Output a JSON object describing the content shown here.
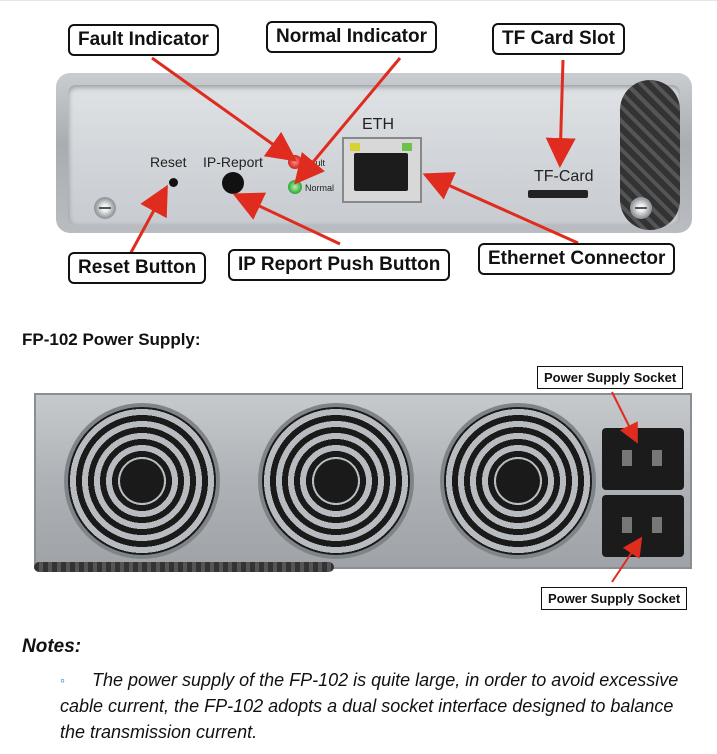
{
  "front_panel": {
    "labels": {
      "reset": "Reset",
      "ip_report": "IP-Report",
      "fault": "Fault",
      "normal": "Normal",
      "eth": "ETH",
      "tf_card": "TF-Card"
    },
    "callouts": {
      "fault_indicator": "Fault Indicator",
      "normal_indicator": "Normal Indicator",
      "tf_card_slot": "TF Card Slot",
      "reset_button": "Reset Button",
      "ip_report_button": "IP Report Push Button",
      "ethernet_connector": "Ethernet Connector"
    },
    "colors": {
      "fault_led": "#d8322e",
      "normal_led": "#3fb24a",
      "arrow": "#e02b1f"
    }
  },
  "power_supply": {
    "heading": "FP-102 Power Supply:",
    "callout_top": "Power Supply Socket",
    "callout_bottom": "Power Supply Socket"
  },
  "notes": {
    "title": "Notes:",
    "items": [
      "The power supply of the FP-102 is quite large, in order to avoid excessive cable current, the FP-102 adopts a dual socket interface designed to balance the transmission current."
    ],
    "bullet_color": "#2a7ab8"
  }
}
